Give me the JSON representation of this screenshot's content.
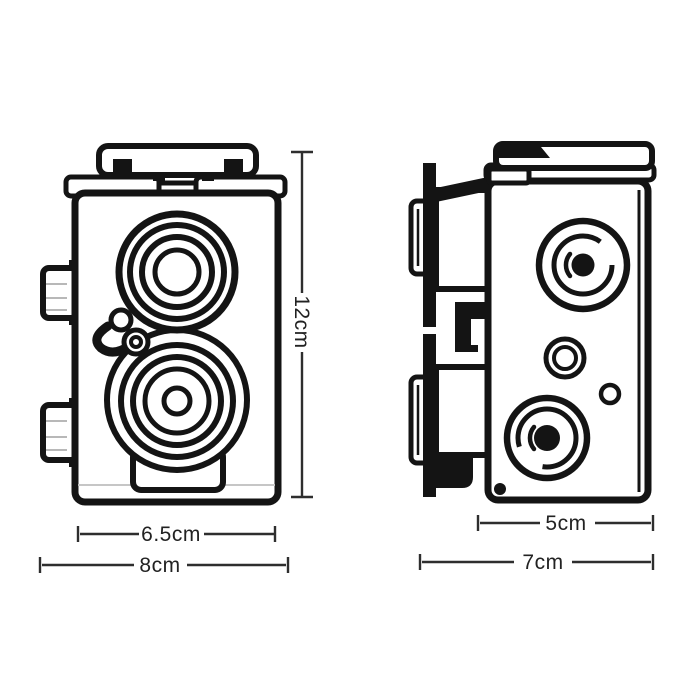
{
  "diagram": {
    "ink_color": "#141414",
    "dimension_line_color": "#2e2e2e",
    "background": "#ffffff",
    "dimensions": {
      "height": {
        "label": "12cm",
        "orientation": "vertical",
        "view": "front"
      },
      "front_body_width": {
        "label": "6.5cm",
        "orientation": "horizontal",
        "view": "front"
      },
      "front_overall_width": {
        "label": "8cm",
        "orientation": "horizontal",
        "view": "front"
      },
      "side_body_depth": {
        "label": "5cm",
        "orientation": "horizontal",
        "view": "side"
      },
      "side_overall_depth": {
        "label": "7cm",
        "orientation": "horizontal",
        "view": "side"
      }
    }
  }
}
